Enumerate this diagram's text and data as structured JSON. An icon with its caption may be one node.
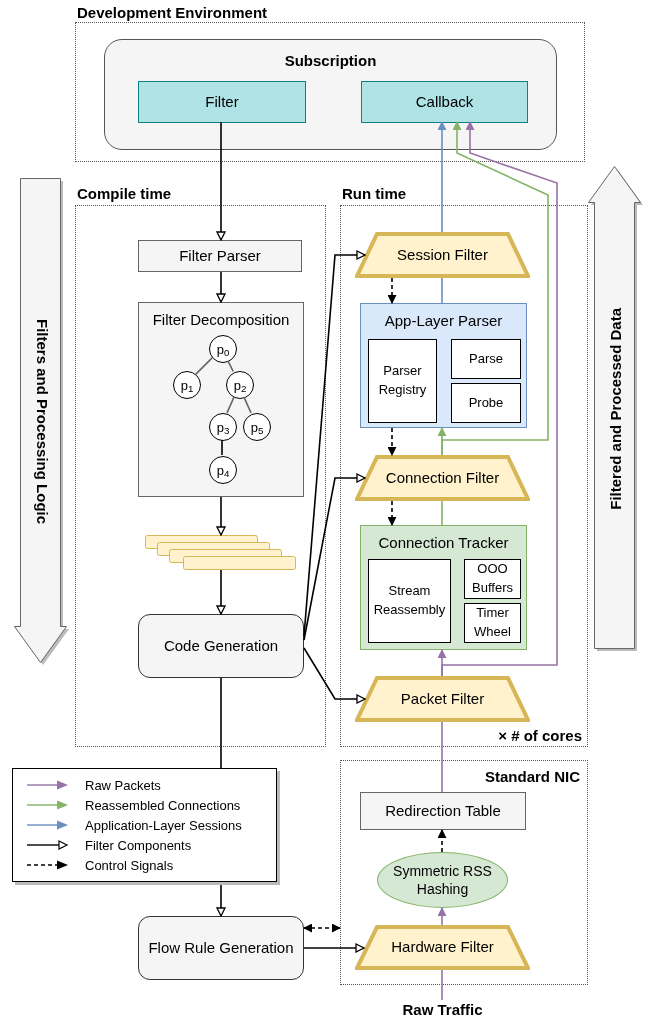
{
  "diagram": {
    "nodes": [
      {
        "text": [
          "Development Environment"
        ]
      },
      {
        "text": [
          "Subscription"
        ],
        "in": 0
      },
      {
        "text": [
          "Filter"
        ],
        "in": 1
      },
      {
        "text": [
          "Callback"
        ],
        "in": 1
      },
      {
        "text": [
          "Compile time"
        ]
      },
      {
        "text": [
          "Filter Parser"
        ],
        "in": 4
      },
      {
        "text": [
          "Filter Decomposition"
        ],
        "in": 4
      },
      {
        "text": [
          "p$_{0}$"
        ],
        "in": 6
      },
      {
        "text": [
          "p$_{1}$"
        ],
        "in": 6
      },
      {
        "text": [
          "p$_{2}$"
        ],
        "in": 6
      },
      {
        "text": [
          "p$_{3}$"
        ],
        "in": 6
      },
      {
        "text": [
          "p$_{4}$"
        ],
        "in": 6
      },
      {
        "text": [
          "p$_{5}$"
        ],
        "in": 6
      },
      {
        "text": [],
        "shape": "bar",
        "in": 4
      },
      {
        "text": [
          "Code Generation"
        ],
        "in": 4
      },
      {
        "text": [
          "Run time",
          "× # of cores"
        ]
      },
      {
        "text": [
          "Session Filter"
        ],
        "in": 15
      },
      {
        "text": [
          "App-Layer Parser"
        ],
        "in": 15
      },
      {
        "text": [
          "Parser Registry"
        ],
        "in": 17
      },
      {
        "text": [
          "Parse"
        ],
        "in": 17
      },
      {
        "text": [
          "Probe"
        ],
        "in": 17
      },
      {
        "text": [
          "Connection Filter"
        ],
        "in": 15
      },
      {
        "text": [
          "Connection Tracker"
        ],
        "in": 15
      },
      {
        "text": [
          "Stream Reassembly"
        ],
        "in": 22
      },
      {
        "text": [
          "OOO Buffers"
        ],
        "in": 22
      },
      {
        "text": [
          "Timer Wheel"
        ],
        "in": 22
      },
      {
        "text": [
          "Packet Filter"
        ],
        "in": 15
      },
      {
        "text": [
          "Standard NIC"
        ]
      },
      {
        "text": [
          "Redirection Table"
        ],
        "in": 27
      },
      {
        "text": [
          "Symmetric RSS Hashing"
        ],
        "in": 27
      },
      {
        "text": [
          "Hardware Filter"
        ],
        "in": 27
      },
      {
        "text": [
          "Flow Rule Generation"
        ]
      },
      {
        "text": [
          "Raw Traffic"
        ]
      },
      {
        "text": [
          "Filters and Processing Logic"
        ]
      },
      {
        "text": [
          "Filtered and Processed Data"
        ]
      }
    ],
    "edges": [
      {
        "from": 2,
        "to": 5,
        "arrow": "to"
      },
      {
        "from": 5,
        "to": 6,
        "arrow": "to"
      },
      {
        "from": 6,
        "to": 13,
        "arrow": "to"
      },
      {
        "from": 13,
        "to": 14,
        "arrow": "to"
      },
      {
        "from": 14,
        "to": 16,
        "arrow": "to"
      },
      {
        "from": 14,
        "to": 21,
        "arrow": "to"
      },
      {
        "from": 14,
        "to": 26,
        "arrow": "to"
      },
      {
        "from": 14,
        "to": 31,
        "arrow": "to"
      },
      {
        "from": 31,
        "to": 30,
        "arrow": "to"
      },
      {
        "from": 31,
        "to": 27,
        "arrow": "both",
        "style": "dashed"
      },
      {
        "from": 16,
        "to": 17,
        "arrow": "to",
        "style": "dashed"
      },
      {
        "from": 17,
        "to": 21,
        "arrow": "to",
        "style": "dashed"
      },
      {
        "from": 21,
        "to": 22,
        "arrow": "to",
        "style": "dashed"
      },
      {
        "from": 29,
        "to": 28,
        "arrow": "to",
        "style": "dashed"
      },
      {
        "from": 32,
        "to": 30,
        "arrow": "none",
        "color": "#9673a6"
      },
      {
        "from": 30,
        "to": 29,
        "arrow": "to",
        "color": "#9673a6"
      },
      {
        "from": 28,
        "to": 26,
        "arrow": "none",
        "color": "#9673a6"
      },
      {
        "from": 26,
        "to": 22,
        "arrow": "to",
        "color": "#9673a6"
      },
      {
        "from": 26,
        "to": 3,
        "arrow": "to",
        "color": "#9673a6"
      },
      {
        "from": 22,
        "to": 21,
        "arrow": "none",
        "color": "#82b366"
      },
      {
        "from": 21,
        "to": 17,
        "arrow": "to",
        "color": "#82b366"
      },
      {
        "from": 21,
        "to": 3,
        "arrow": "to",
        "color": "#82b366"
      },
      {
        "from": 17,
        "to": 16,
        "arrow": "none",
        "color": "#6c8ebf"
      },
      {
        "from": 16,
        "to": 3,
        "arrow": "to",
        "color": "#6c8ebf"
      },
      {
        "from": 7,
        "to": 8,
        "arrow": "none",
        "color": "#666666"
      },
      {
        "from": 7,
        "to": 9,
        "arrow": "none",
        "color": "#666666"
      },
      {
        "from": 9,
        "to": 10,
        "arrow": "none",
        "color": "#666666"
      },
      {
        "from": 9,
        "to": 12,
        "arrow": "none",
        "color": "#666666"
      },
      {
        "from": 10,
        "to": 11,
        "arrow": "none"
      }
    ],
    "legend": [
      {
        "text": "Raw Packets"
      },
      {
        "text": "Reassembled Connections"
      },
      {
        "text": "Application-Layer Sessions"
      },
      {
        "text": "Filter Components"
      },
      {
        "text": "Control Signals"
      }
    ]
  }
}
